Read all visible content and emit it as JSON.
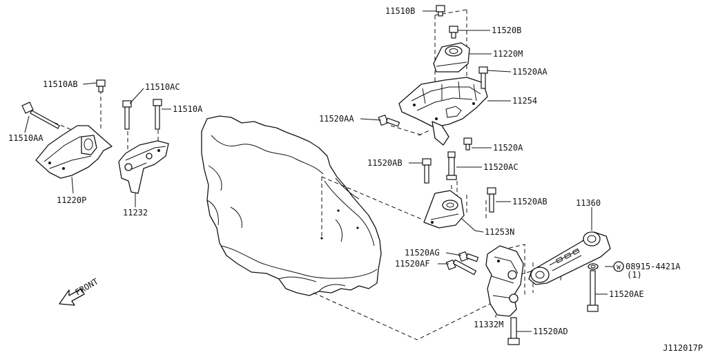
{
  "diagram": {
    "id": "J112017P",
    "direction_label": "FRONT",
    "washer_symbol": "W",
    "callouts": [
      {
        "key": "p11510B",
        "text": "11510B"
      },
      {
        "key": "p11520B",
        "text": "11520B"
      },
      {
        "key": "p11220M",
        "text": "11220M"
      },
      {
        "key": "p11520AA1",
        "text": "11520AA"
      },
      {
        "key": "p11254",
        "text": "11254"
      },
      {
        "key": "p11520AA2",
        "text": "11520AA"
      },
      {
        "key": "p11520A",
        "text": "11520A"
      },
      {
        "key": "p11520AB1",
        "text": "11520AB"
      },
      {
        "key": "p11520AC",
        "text": "11520AC"
      },
      {
        "key": "p11520AB2",
        "text": "11520AB"
      },
      {
        "key": "p11253N",
        "text": "11253N"
      },
      {
        "key": "p11360",
        "text": "11360"
      },
      {
        "key": "p08915",
        "text": "08915-4421A"
      },
      {
        "key": "p08915q",
        "text": "(1)"
      },
      {
        "key": "p11520AG",
        "text": "11520AG"
      },
      {
        "key": "p11520AF",
        "text": "11520AF"
      },
      {
        "key": "p11520AE",
        "text": "11520AE"
      },
      {
        "key": "p11332M",
        "text": "11332M"
      },
      {
        "key": "p11520AD",
        "text": "11520AD"
      },
      {
        "key": "p11510AB",
        "text": "11510AB"
      },
      {
        "key": "p11510AC",
        "text": "11510AC"
      },
      {
        "key": "p11510A",
        "text": "11510A"
      },
      {
        "key": "p11510AA",
        "text": "11510AA"
      },
      {
        "key": "p11220P",
        "text": "11220P"
      },
      {
        "key": "p11232",
        "text": "11232"
      }
    ]
  }
}
